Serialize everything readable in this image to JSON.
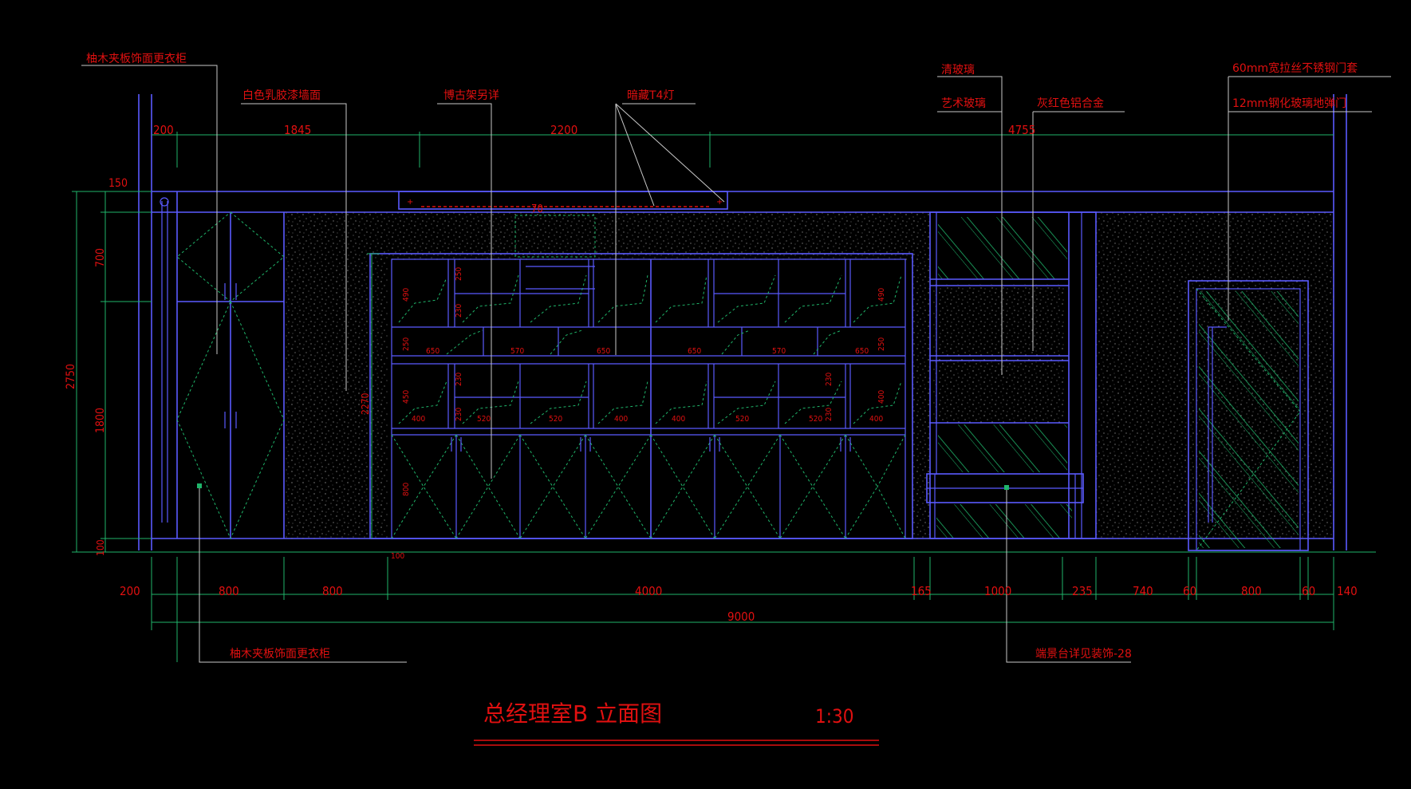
{
  "title": "总经理室B 立面图",
  "scale": "1:30",
  "labels": {
    "wardrobe_top": "柚木夹板饰面更衣柜",
    "wardrobe_bottom": "柚木夹板饰面更衣柜",
    "wall_paint": "白色乳胶漆墙面",
    "shelf_detail": "博古架另详",
    "hidden_light": "暗藏T4灯",
    "clear_glass": "清玻璃",
    "art_glass": "艺术玻璃",
    "alloy": "灰红色铝合金",
    "door_frame": "60mm宽拉丝不锈钢门套",
    "door": "12mm钢化玻璃地弹门",
    "stand_detail": "端景台详见装饰-28"
  },
  "dims_top": [
    "200",
    "1845",
    "2200",
    "4755"
  ],
  "dims_left": [
    "150",
    "700",
    "2750",
    "1800",
    "100"
  ],
  "dim_2270": "2270",
  "dim_70": "70",
  "dim_100": "100",
  "dims_bottom": [
    "200",
    "800",
    "800",
    "4000",
    "165",
    "1000",
    "235",
    "740",
    "60",
    "800",
    "60",
    "140"
  ],
  "dim_total": "9000",
  "shelf_dims": {
    "row_widths_top": [
      "650",
      "570",
      "650",
      "650",
      "570",
      "650"
    ],
    "row_widths_bottom": [
      "400",
      "520",
      "520",
      "400",
      "400",
      "520",
      "520",
      "400"
    ],
    "v_left_top": [
      "490",
      "250"
    ],
    "v_mid": [
      "250",
      "230"
    ],
    "v_right_top": [
      "490",
      "250"
    ],
    "v_left_bottom": [
      "450",
      "400"
    ],
    "v_right_bottom": [
      "400",
      "400"
    ],
    "v_230": [
      "230",
      "230",
      "230",
      "230"
    ],
    "v_800": "800"
  }
}
